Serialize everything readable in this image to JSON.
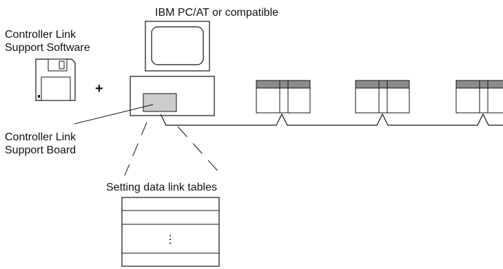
{
  "labels": {
    "computer": "IBM PC/AT or compatible",
    "software_line1": "Controller Link",
    "software_line2": "Support Software",
    "plus": "+",
    "board_line1": "Controller Link",
    "board_line2": "Support Board",
    "tables": "Setting data link tables",
    "ellipsis": "⋮"
  },
  "icons": {
    "software": "floppy-disk-icon",
    "computer": "pc-monitor-icon",
    "nodes": "plc-node-icon"
  },
  "colors": {
    "line": "#111111",
    "board_fill": "#cccccc",
    "plc_top_band": "#8c8c8c",
    "background": "#ffffff"
  },
  "network": {
    "node_count": 3
  }
}
